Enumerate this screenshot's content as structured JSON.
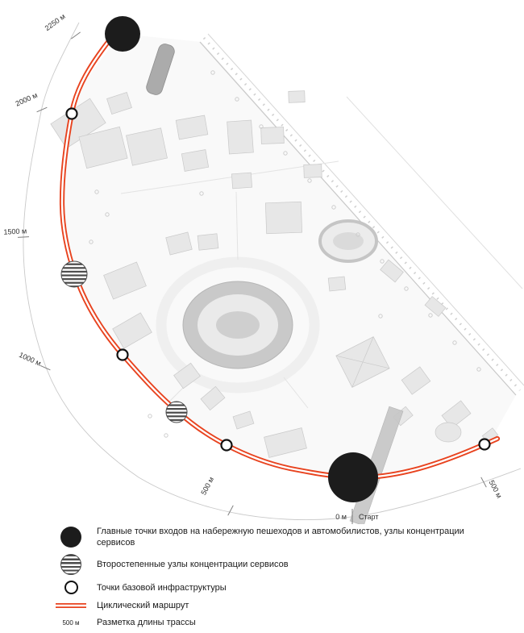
{
  "map": {
    "distance_marks": {
      "d2250": "2250 м",
      "d2000": "2000 м",
      "d1500": "1500 м",
      "d1000": "1000 м",
      "d500_left": "500 м",
      "d0": "0 м",
      "start_label": "Старт",
      "d500_right": "500 м"
    }
  },
  "legend": {
    "items": [
      {
        "id": "main-entries",
        "label": "Главные точки входов на набережную пешеходов и автомобилистов, узлы концентрации сервисов"
      },
      {
        "id": "secondary-nodes",
        "label": "Второстепенные узлы концентрации сервисов"
      },
      {
        "id": "base-infrastructure",
        "label": "Точки базовой инфраструктуры"
      },
      {
        "id": "cyclic-route",
        "label": "Циклический маршрут"
      },
      {
        "id": "length-marking",
        "label": "Разметка длины трассы",
        "sample": "500 м"
      }
    ]
  },
  "colors": {
    "route": "#e8431f",
    "marker_black": "#1c1c1c",
    "stripe": "#4a4a4a"
  }
}
